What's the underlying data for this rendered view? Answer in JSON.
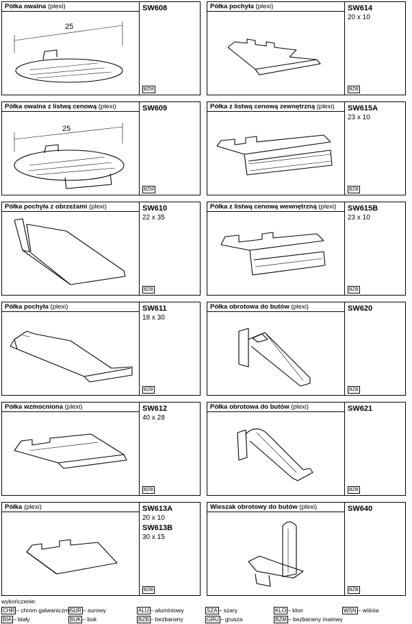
{
  "products": [
    {
      "name": "Półka owalna",
      "material": "(plexi)",
      "code": "SW608",
      "code2": "",
      "dims": "",
      "dims2": "",
      "finish": "BZM",
      "dim_label": "25"
    },
    {
      "name": "Półka pochyła",
      "material": "(plexi)",
      "code": "SW614",
      "code2": "",
      "dims": "20 x 10",
      "dims2": "",
      "finish": "BZB",
      "dim_label": ""
    },
    {
      "name": "Półka owalna z listwą cenową",
      "material": "(plexi)",
      "code": "SW609",
      "code2": "",
      "dims": "",
      "dims2": "",
      "finish": "BZM",
      "dim_label": "25"
    },
    {
      "name": "Półka z listwą cenową zewnętrzną",
      "material": "(plexi)",
      "code": "SW615A",
      "code2": "",
      "dims": "23 x 10",
      "dims2": "",
      "finish": "BZB",
      "dim_label": ""
    },
    {
      "name": "Półka pochyła z obrzeżami",
      "material": "(plexi)",
      "code": "SW610",
      "code2": "",
      "dims": "22 x 35",
      "dims2": "",
      "finish": "BZB",
      "dim_label": ""
    },
    {
      "name": "Półka z listwą cenową wewnętrzną",
      "material": "(plexi)",
      "code": "SW615B",
      "code2": "",
      "dims": "23 x 10",
      "dims2": "",
      "finish": "BZB",
      "dim_label": ""
    },
    {
      "name": "Półka pochyła",
      "material": "(plexi)",
      "code": "SW611",
      "code2": "",
      "dims": "18 x 30",
      "dims2": "",
      "finish": "BZB",
      "dim_label": ""
    },
    {
      "name": "Półka obrotowa do butów",
      "material": "(plexi)",
      "code": "SW620",
      "code2": "",
      "dims": "",
      "dims2": "",
      "finish": "BZB",
      "dim_label": ""
    },
    {
      "name": "Półka wzmocniona",
      "material": "(plexi)",
      "code": "SW612",
      "code2": "",
      "dims": "40 x 28",
      "dims2": "",
      "finish": "BZB",
      "dim_label": ""
    },
    {
      "name": "Półka obrotowa do butów",
      "material": "(plexi)",
      "code": "SW621",
      "code2": "",
      "dims": "",
      "dims2": "",
      "finish": "BZB",
      "dim_label": ""
    },
    {
      "name": "Półka",
      "material": "(plexi)",
      "code": "SW613A",
      "code2": "SW613B",
      "dims": "20 x 10",
      "dims2": "30 x 15",
      "finish": "BZB",
      "dim_label": ""
    },
    {
      "name": "Wieszak obrotowy do butów",
      "material": "(plexi)",
      "code": "SW640",
      "code2": "",
      "dims": "",
      "dims2": "",
      "finish": "BZB",
      "dim_label": ""
    }
  ],
  "legend": {
    "header": "wykończenie:",
    "entries": [
      {
        "code": "CHR",
        "label": "– chrom galwaniczny"
      },
      {
        "code": "SUR",
        "label": "– surowy"
      },
      {
        "code": "ALU",
        "label": "– aluminiowy"
      },
      {
        "code": "SZA",
        "label": "– szary"
      },
      {
        "code": "KLO",
        "label": "– klon"
      },
      {
        "code": "WSN",
        "label": "– wiśnia"
      },
      {
        "code": "BIA",
        "label": "– biały"
      },
      {
        "code": "BUK",
        "label": "– buk"
      },
      {
        "code": "BZB",
        "label": "– bezbarwny"
      },
      {
        "code": "GRU",
        "label": "– grusza"
      },
      {
        "code": "BZM",
        "label": "– bezbarwny matowy"
      }
    ]
  }
}
